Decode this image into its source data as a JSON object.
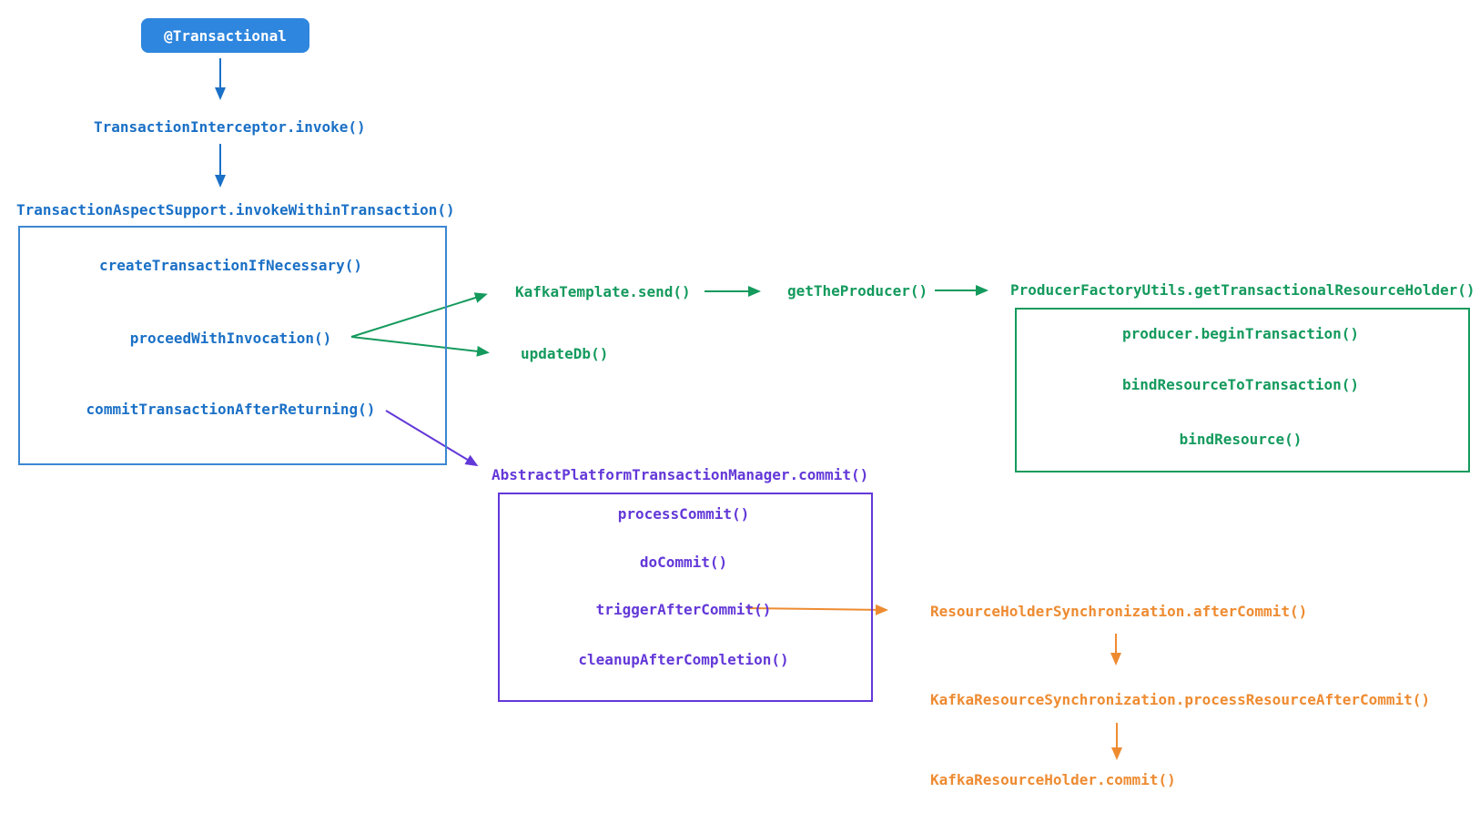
{
  "diagram": {
    "badge": "@Transactional",
    "flow_blue": {
      "interceptor": "TransactionInterceptor.invoke()",
      "invoke_within": "TransactionAspectSupport.invokeWithinTransaction()",
      "box_items": [
        "createTransactionIfNecessary()",
        "proceedWithInvocation()",
        "commitTransactionAfterReturning()"
      ]
    },
    "flow_green": {
      "kafka_send": "KafkaTemplate.send()",
      "get_producer": "getTheProducer()",
      "update_db": "updateDb()",
      "resource_holder": "ProducerFactoryUtils.getTransactionalResourceHolder()",
      "box_items": [
        "producer.beginTransaction()",
        "bindResourceToTransaction()",
        "bindResource()"
      ]
    },
    "flow_purple": {
      "commit": "AbstractPlatformTransactionManager.commit()",
      "box_items": [
        "processCommit()",
        "doCommit()",
        "triggerAfterCommit()",
        "cleanupAfterCompletion()"
      ]
    },
    "flow_orange": {
      "after_commit": "ResourceHolderSynchronization.afterCommit()",
      "process_resource": "KafkaResourceSynchronization.processResourceAfterCommit()",
      "holder_commit": "KafkaResourceHolder.commit()"
    },
    "colors": {
      "badge_blue": "#2e86de",
      "blue": "#1a70c6",
      "green": "#149a5d",
      "purple": "#6338d8",
      "orange": "#ee8b31"
    }
  }
}
